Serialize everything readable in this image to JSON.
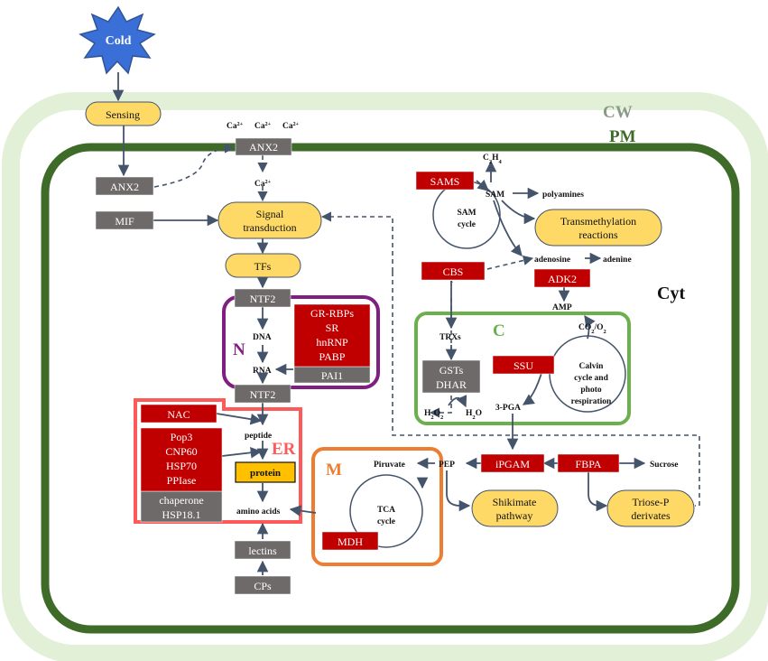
{
  "stimulus": "Cold",
  "compartments": {
    "cw": "CW",
    "pm": "PM",
    "cytosol": "Cyt",
    "nucleus": "N",
    "er": "ER",
    "chloroplast": "C",
    "mitochondrion": "M"
  },
  "processes": {
    "sensing": "Sensing",
    "signal_transduction_line1": "Signal",
    "signal_transduction_line2": "transduction",
    "tfs": "TFs",
    "protein": "protein",
    "transmethylation_line1": "Transmethylation",
    "transmethylation_line2": "reactions",
    "shikimate_line1": "Shikimate",
    "shikimate_line2": "pathway",
    "triose_line1": "Triose-P",
    "triose_line2": "derivates"
  },
  "gray_proteins": {
    "anx2_top": "ANX2",
    "anx2_left": "ANX2",
    "mif": "MIF",
    "ntf2_top": "NTF2",
    "ntf2_bottom": "NTF2",
    "pai1": "PAI1",
    "chaperone_line1": "chaperone",
    "chaperone_line2": "HSP18.1",
    "lectins": "lectins",
    "cps": "CPs",
    "gsts_line1": "GSTs",
    "gsts_line2": "DHAR"
  },
  "red_proteins": {
    "nucleus_group": [
      "GR-RBPs",
      "SR",
      "hnRNP",
      "PABP"
    ],
    "nac": "NAC",
    "er_group": [
      "Pop3",
      "CNP60",
      "HSP70",
      "PPIase"
    ],
    "sams": "SAMS",
    "cbs": "CBS",
    "adk2": "ADK2",
    "ssu": "SSU",
    "ipgam": "iPGAM",
    "fbpa": "FBPA",
    "mdh": "MDH"
  },
  "metabolites": {
    "ca_ion": "Ca",
    "ca_charge": "2+",
    "dna": "DNA",
    "rna": "RNA",
    "peptide": "peptide",
    "amino_acids": "amino acids",
    "ethylene": "C",
    "ethylene_sub1": "2",
    "ethylene_mid": "H",
    "ethylene_sub2": "4",
    "sam": "SAM",
    "sam_cycle_line1": "SAM",
    "sam_cycle_line2": "cycle",
    "polyamines": "polyamines",
    "adenosine": "adenosine",
    "adenine": "adenine",
    "amp": "AMP",
    "trxs": "TRXs",
    "h2o2_a": "H",
    "h2o2_b": "2",
    "h2o2_c": "O",
    "h2o2_d": "2",
    "h2o_a": "H",
    "h2o_b": "2",
    "h2o_c": "O",
    "co2o2": "CO",
    "co2o2_sub": "2",
    "co2o2_tail": "/O",
    "co2o2_sub2": "2",
    "calvin_line1": "Calvin",
    "calvin_line2": "cycle and",
    "calvin_line3": "photo",
    "calvin_line4": "respiration",
    "pga": "3-PGA",
    "pep": "PEP",
    "piruvate": "Piruvate",
    "tca_line1": "TCA",
    "tca_line2": "cycle",
    "sucrose": "Sucrose"
  },
  "colors": {
    "cell_wall": "#e3f0d8",
    "plasma_membrane": "#3e6b27",
    "process_fill": "#ffd966",
    "gray_box": "#6f6a6a",
    "red_box": "#c00000",
    "arrow": "#44546a",
    "nucleus_border": "#7f1f7f",
    "er_border": "#ff5a5a",
    "chloroplast_border": "#6ab04c",
    "mito_border": "#ed7d31",
    "cold_star": "#3a6fd8"
  }
}
